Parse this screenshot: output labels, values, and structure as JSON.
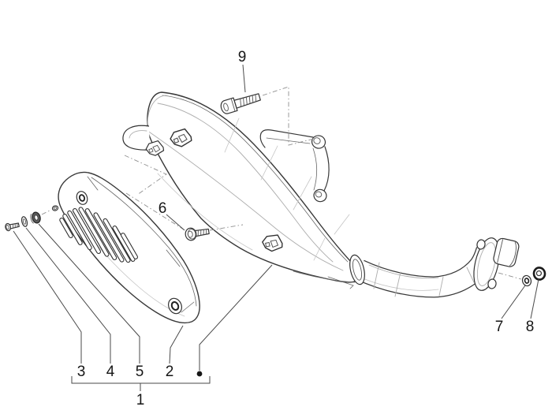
{
  "diagram": {
    "type": "exploded-parts-diagram",
    "subject": "scooter exhaust silencer assembly",
    "background_color": "#ffffff",
    "line_color": "#3a3a3a",
    "callouts": {
      "1": "1",
      "2": "2",
      "3": "3",
      "4": "4",
      "5": "5",
      "6": "6",
      "7": "7",
      "8": "8",
      "9": "9"
    },
    "group": {
      "label": "1",
      "marker": "•",
      "members": [
        "3",
        "4",
        "5",
        "2",
        "•"
      ]
    }
  }
}
